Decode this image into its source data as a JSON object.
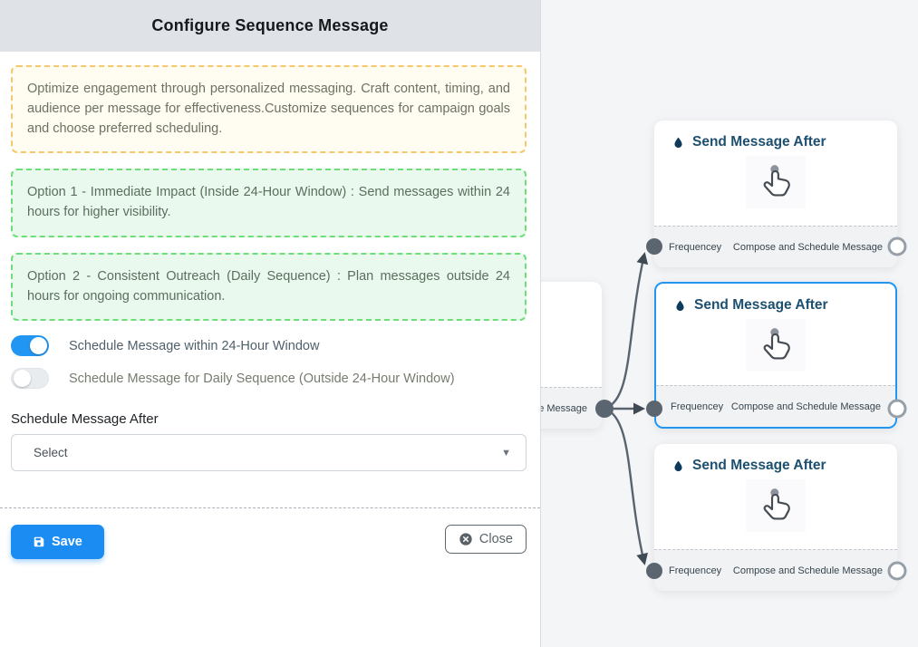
{
  "panel": {
    "title": "Configure Sequence Message",
    "intro_note": "Optimize engagement through personalized messaging. Craft content, timing, and audience per message for effectiveness.Customize sequences for campaign goals and choose preferred scheduling.",
    "option1_note": "Option 1 - Immediate Impact (Inside 24-Hour Window) : Send messages within 24 hours for higher visibility.",
    "option2_note": "Option 2 - Consistent Outreach (Daily Sequence) : Plan messages outside 24 hours for ongoing communication.",
    "toggles": [
      {
        "label": "Schedule Message within 24-Hour Window",
        "state": "on"
      },
      {
        "label": "Schedule Message for Daily Sequence (Outside 24-Hour Window)",
        "state": "off"
      }
    ],
    "select": {
      "label": "Schedule Message After",
      "value": "Select"
    },
    "buttons": {
      "save": "Save",
      "close": "Close"
    }
  },
  "canvas": {
    "source_node": {
      "footer_label": "ce Message"
    },
    "nodes": [
      {
        "title": "Send Message After",
        "input_label": "Frequencey",
        "output_label": "Compose and Schedule Message",
        "selected": false
      },
      {
        "title": "Send Message After",
        "input_label": "Frequencey",
        "output_label": "Compose and Schedule Message",
        "selected": true
      },
      {
        "title": "Send Message After",
        "input_label": "Frequencey",
        "output_label": "Compose and Schedule Message",
        "selected": false
      }
    ]
  },
  "icons": {
    "save": "floppy-disk",
    "close": "circle-x",
    "select_caret": "▼",
    "node_title": "water-drop",
    "node_body": "hand-click-cursor"
  },
  "colors": {
    "accent_blue": "#2196f3",
    "save_button": "#1b8df2",
    "header_bg": "#dfe3e8",
    "canvas_bg": "#f4f5f7",
    "warning_border": "#f7c76d",
    "success_border": "#6ede78",
    "node_title_text": "#1c4f70",
    "edge_stroke": "#5a6470"
  }
}
